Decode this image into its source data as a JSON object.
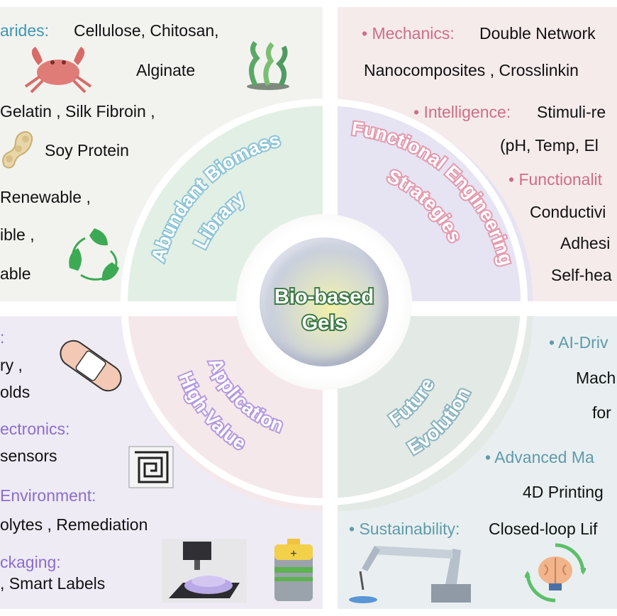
{
  "center": {
    "line1": "Bio-based",
    "line2": "Gels"
  },
  "ring": {
    "top_left": {
      "line1": "Abundant Biomass",
      "line2": "Library"
    },
    "top_right": {
      "line1": "Functional Engineering",
      "line2": "Strategies"
    },
    "bottom_left": {
      "line1": "High-Value",
      "line2": "Applications"
    },
    "bottom_right": {
      "line1": "Future",
      "line2": "Evolution"
    }
  },
  "top_left": {
    "heading": "arides:",
    "items": [
      "Cellulose, Chitosan,",
      "Alginate",
      "Gelatin , Silk Fibroin ,",
      "Soy Protein",
      "Renewable ,",
      "ible ,",
      "able"
    ]
  },
  "top_right": {
    "mechanics_heading": "• Mechanics:",
    "mechanics_text": "Double Network",
    "mechanics_line2": "Nanocomposites , Crosslinkin",
    "intelligence_heading": "• Intelligence:",
    "intelligence_text": "Stimuli-re",
    "intelligence_line2": "(pH, Temp, El",
    "functionality_heading": "• Functionalit",
    "functionality_items": [
      "Conductivi",
      "Adhesi",
      "Self-hea"
    ]
  },
  "bottom_left": {
    "bio_heading": ":",
    "bio_items": [
      "ry ,",
      "olds"
    ],
    "electronics_heading": "ectronics:",
    "electronics_item": "sensors",
    "environment_heading": "Environment:",
    "environment_item": "olytes , Remediation",
    "packaging_heading": "ckaging:",
    "packaging_item": ", Smart Labels"
  },
  "bottom_right": {
    "ai_heading": "• AI-Driv",
    "ai_items": [
      "Mach",
      "for"
    ],
    "manufacturing_heading": "• Advanced Ma",
    "manufacturing_item": "4D Printing",
    "sustainability_heading": "• Sustainability:",
    "sustainability_text": "Closed-loop Lif"
  },
  "colors": {
    "tl_accent": "#3f95b5",
    "tr_accent": "#cc6f86",
    "bl_accent": "#8c6dc8",
    "br_accent": "#5f9aac",
    "core_text_stroke": "#3e7a45"
  },
  "icons": [
    "crab-icon",
    "seaweed-icon",
    "soybean-icon",
    "recycle-leaves-icon",
    "bandage-icon",
    "circuit-sensor-icon",
    "3d-printer-icon",
    "battery-icon",
    "robot-arm-icon",
    "brain-cycle-icon"
  ]
}
